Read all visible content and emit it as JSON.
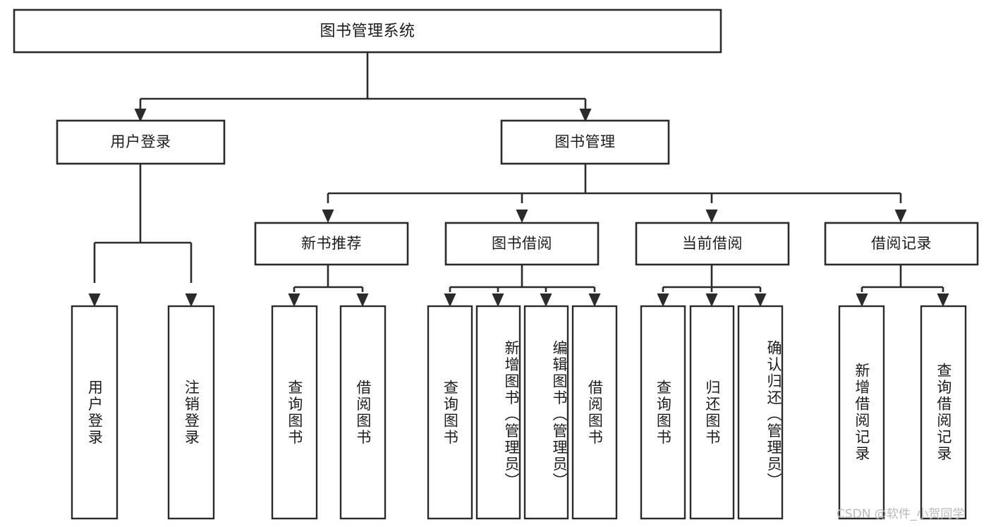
{
  "diagram": {
    "type": "tree",
    "title": "图书管理系统",
    "orientation": "top-down",
    "background_color": "#ffffff",
    "line_color": "#2b2b2b",
    "text_color": "#1c1c1c",
    "root": {
      "label": "图书管理系统",
      "level": 1
    },
    "level2": [
      {
        "label": "用户登录"
      },
      {
        "label": "图书管理"
      }
    ],
    "level3": [
      {
        "label": "新书推荐"
      },
      {
        "label": "图书借阅"
      },
      {
        "label": "当前借阅"
      },
      {
        "label": "借阅记录"
      }
    ],
    "leaves": {
      "user_login": [
        {
          "label": "用户登录"
        },
        {
          "label": "注销登录"
        }
      ],
      "new_book_recommend": [
        {
          "label": "查询图书"
        },
        {
          "label": "借阅图书"
        }
      ],
      "book_borrow": [
        {
          "label": "查询图书"
        },
        {
          "label": "新增图书（管理员）"
        },
        {
          "label": "编辑图书（管理员）"
        },
        {
          "label": "借阅图书"
        }
      ],
      "current_borrow": [
        {
          "label": "查询图书"
        },
        {
          "label": "归还图书"
        },
        {
          "label": "确认归还（管理员）"
        }
      ],
      "borrow_record": [
        {
          "label": "新增借阅记录"
        },
        {
          "label": "查询借阅记录"
        }
      ]
    }
  },
  "watermark": {
    "text": "CSDN @软件_小贺同学"
  }
}
